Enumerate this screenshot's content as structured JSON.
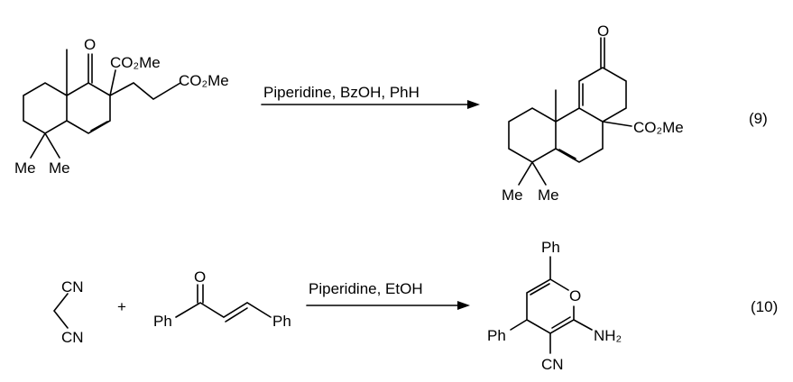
{
  "reactions": [
    {
      "number": "(9)",
      "conditions": "Piperidine, BzOH, PhH",
      "reactant": {
        "carbonyl_o": "O",
        "ester1": "CO₂Me",
        "ester2": "CO₂Me",
        "me1": "Me",
        "me2": "Me"
      },
      "product": {
        "carbonyl_o": "O",
        "ester": "CO₂Me",
        "me1": "Me",
        "me2": "Me"
      }
    },
    {
      "number": "(10)",
      "conditions": "Piperidine, EtOH",
      "plus": "+",
      "malononitrile": {
        "cn1": "CN",
        "cn2": "CN"
      },
      "chalcone": {
        "o": "O",
        "ph1": "Ph",
        "ph2": "Ph"
      },
      "product": {
        "ph_top": "Ph",
        "o": "O",
        "ph_left": "Ph",
        "nh2": "NH₂",
        "cn": "CN"
      }
    }
  ]
}
